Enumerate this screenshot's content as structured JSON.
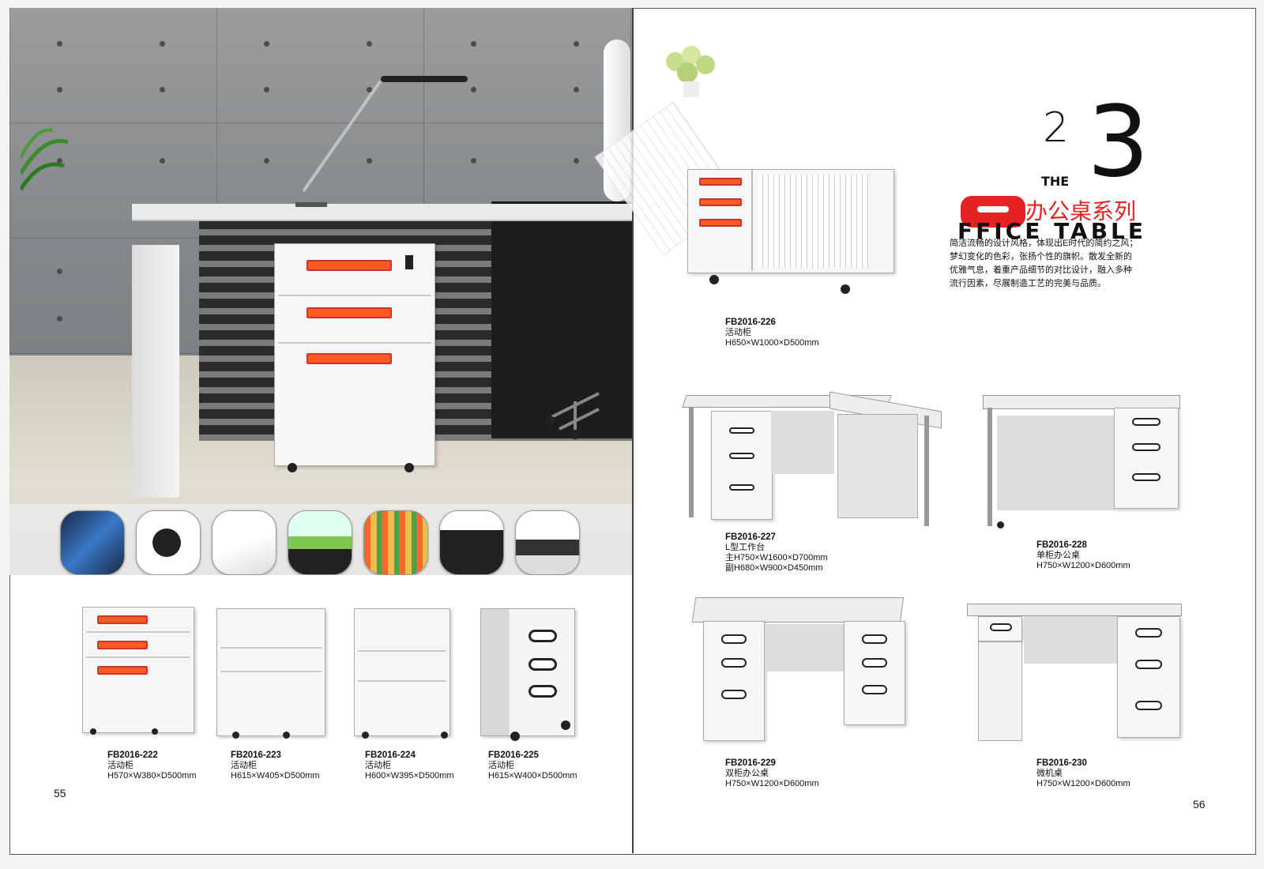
{
  "left_page": {
    "page_number": "55",
    "products": [
      {
        "code": "FB2016-222",
        "name": "活动柜",
        "size": "H570×W380×D500mm"
      },
      {
        "code": "FB2016-223",
        "name": "活动柜",
        "size": "H615×W405×D500mm"
      },
      {
        "code": "FB2016-224",
        "name": "活动柜",
        "size": "H600×W395×D500mm"
      },
      {
        "code": "FB2016-225",
        "name": "活动柜",
        "size": "H615×W400×D500mm"
      }
    ]
  },
  "right_page": {
    "page_number": "56",
    "section": {
      "number_small": "2",
      "number_large": "3",
      "the_label": "THE",
      "chinese_title": "办公桌系列",
      "english_title": "FFICE TABLE",
      "logo_letter": "O",
      "slogan_lines": [
        "简洁流畅的设计风格，体现出E时代的简约之风；",
        "梦幻变化的色彩，张扬个性的旗帜。散发全新的",
        "优雅气息，着重产品细节的对比设计，融入多种",
        "流行因素，尽展制造工艺的完美与品质。"
      ]
    },
    "products": [
      {
        "code": "FB2016-226",
        "name": "活动柜",
        "size": "H650×W1000×D500mm"
      },
      {
        "code": "FB2016-227",
        "name": "L型工作台",
        "size": "主H750×W1600×D700mm",
        "size2": "副H680×W900×D450mm"
      },
      {
        "code": "FB2016-228",
        "name": "单柜办公桌",
        "size": "H750×W1200×D600mm"
      },
      {
        "code": "FB2016-229",
        "name": "双柜办公桌",
        "size": "H750×W1200×D600mm"
      },
      {
        "code": "FB2016-230",
        "name": "微机桌",
        "size": "H750×W1200×D600mm"
      }
    ]
  },
  "colors": {
    "accent_red": "#e52323",
    "handle_orange": "#ff5a1f"
  }
}
